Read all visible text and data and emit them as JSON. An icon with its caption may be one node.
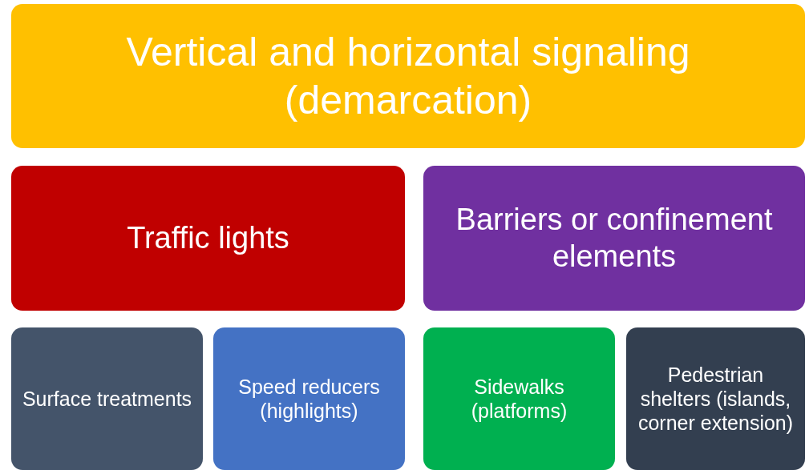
{
  "diagram": {
    "nodes": [
      {
        "text": [
          "Vertical and horizontal signaling (demarcation)"
        ]
      },
      {
        "text": [
          "Traffic lights"
        ]
      },
      {
        "text": [
          "Barriers or confinement elements"
        ]
      },
      {
        "text": [
          "Surface treatments"
        ]
      },
      {
        "text": [
          "Speed reducers (highlights)"
        ]
      },
      {
        "text": [
          "Sidewalks (platforms)"
        ]
      },
      {
        "text": [
          "Pedestrian shelters (islands, corner extension)"
        ]
      }
    ]
  }
}
